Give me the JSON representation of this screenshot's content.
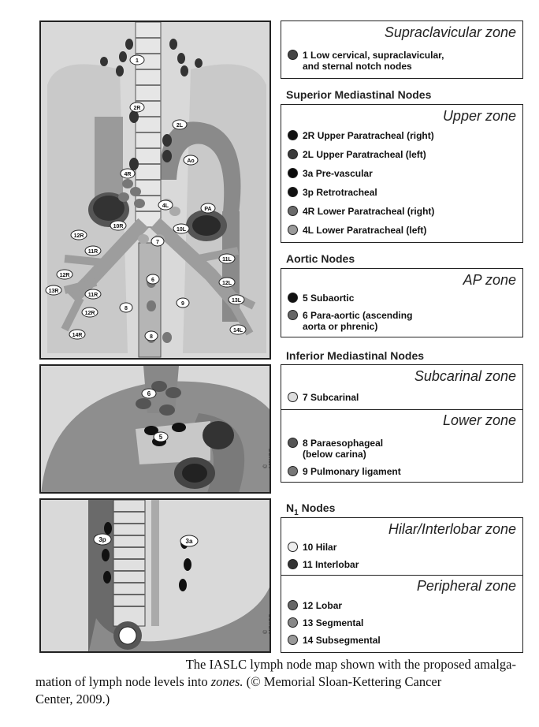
{
  "legend": {
    "supraclavicular": {
      "title": "Supraclavicular zone",
      "items": [
        {
          "code": "1",
          "text": "Low cervical, supraclavicular,",
          "text2": "and sternal notch nodes",
          "color": "#444444"
        }
      ]
    },
    "superior": {
      "heading": "Superior Mediastinal Nodes",
      "title": "Upper zone",
      "items": [
        {
          "code": "2R",
          "text": "Upper Paratracheal (right)",
          "color": "#111111"
        },
        {
          "code": "2L",
          "text": "Upper Paratracheal (left)",
          "color": "#3a3a3a"
        },
        {
          "code": "3a",
          "text": "Pre-vascular",
          "color": "#0a0a0a"
        },
        {
          "code": "3p",
          "text": "Retrotracheal",
          "color": "#111111"
        },
        {
          "code": "4R",
          "text": "Lower Paratracheal (right)",
          "color": "#6a6a6a"
        },
        {
          "code": "4L",
          "text": "Lower Paratracheal (left)",
          "color": "#9a9a9a"
        }
      ]
    },
    "aortic": {
      "heading": "Aortic Nodes",
      "title": "AP zone",
      "items": [
        {
          "code": "5",
          "text": "Subaortic",
          "color": "#111111"
        },
        {
          "code": "6",
          "text": "Para-aortic (ascending",
          "text2": "aorta or phrenic)",
          "color": "#666666"
        }
      ]
    },
    "inferior": {
      "heading": "Inferior Mediastinal Nodes",
      "subcarinal_title": "Subcarinal zone",
      "subcarinal_items": [
        {
          "code": "7",
          "text": "Subcarinal",
          "color": "#dddddd"
        }
      ],
      "lower_title": "Lower zone",
      "lower_items": [
        {
          "code": "8",
          "text": "Paraesophageal",
          "text2": "(below carina)",
          "color": "#555555"
        },
        {
          "code": "9",
          "text": "Pulmonary ligament",
          "color": "#777777"
        }
      ]
    },
    "n1": {
      "heading_main": "N",
      "heading_sub": "1",
      "heading_rest": " Nodes",
      "hilar_title": "Hilar/Interlobar zone",
      "hilar_items": [
        {
          "code": "10",
          "text": "Hilar",
          "color": "#eeeeee"
        },
        {
          "code": "11",
          "text": "Interlobar",
          "color": "#333333"
        }
      ],
      "peripheral_title": "Peripheral zone",
      "peripheral_items": [
        {
          "code": "12",
          "text": "Lobar",
          "color": "#666666"
        },
        {
          "code": "13",
          "text": "Segmental",
          "color": "#888888"
        },
        {
          "code": "14",
          "text": "Subsegmental",
          "color": "#999999"
        }
      ]
    }
  },
  "diagram_labels": {
    "main": [
      "1",
      "2R",
      "2L",
      "Ao",
      "4R",
      "4L",
      "PA",
      "10R",
      "10L",
      "7",
      "12R",
      "11R",
      "11L",
      "12L",
      "12R",
      "13R",
      "11R",
      "13L",
      "12R",
      "14R",
      "14L",
      "6",
      "8",
      "9",
      "8"
    ],
    "subcarinal_panel": [
      "6",
      "5"
    ],
    "esophagus_panel": [
      "3p",
      "3a"
    ],
    "copyright": "© MSKCC 2008"
  },
  "caption": {
    "line1": "The IASLC lymph node map shown with the proposed amalga-",
    "line2_a": "mation of lymph node levels into ",
    "line2_em": "zones.",
    "line2_b": " (© Memorial Sloan-Kettering Cancer",
    "line3": "Center, 2009.)"
  }
}
